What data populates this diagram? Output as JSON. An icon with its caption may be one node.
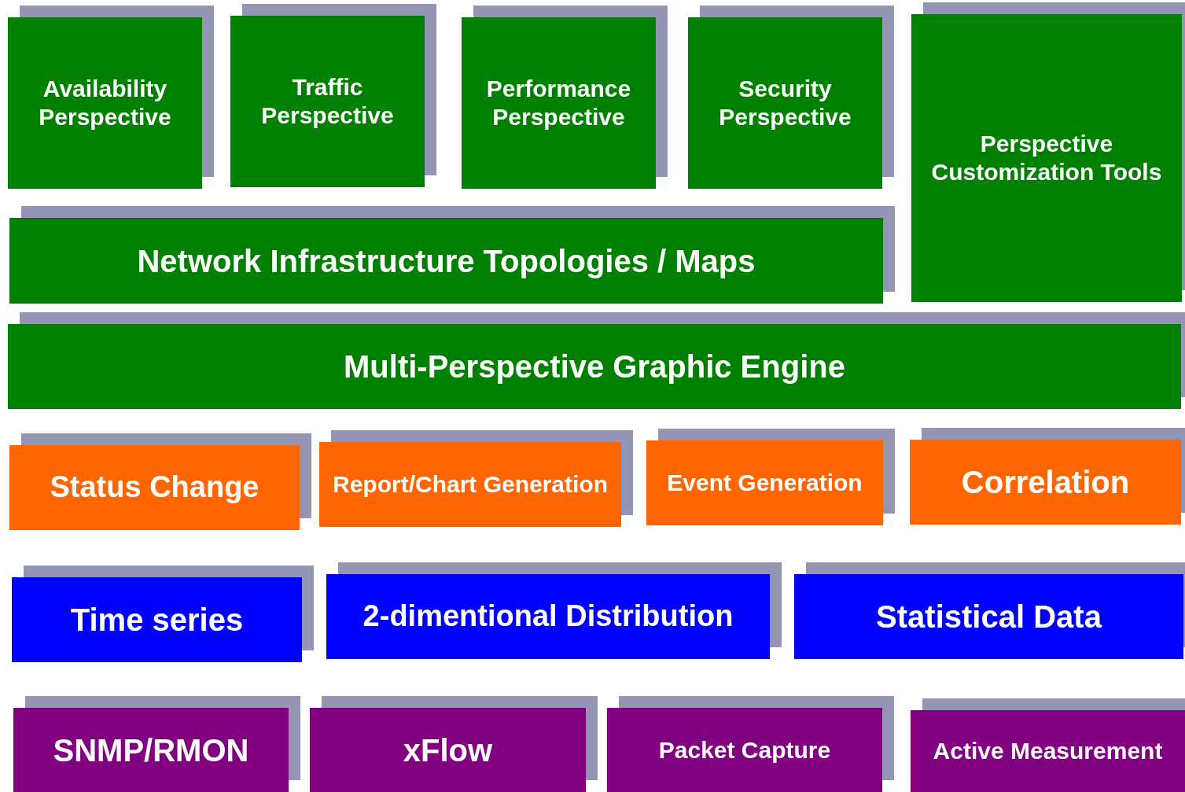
{
  "diagram": {
    "nodes": [
      {
        "text": [
          "Availability Perspective"
        ]
      },
      {
        "text": [
          "Traffic Perspective"
        ]
      },
      {
        "text": [
          "Performance Perspective"
        ]
      },
      {
        "text": [
          "Security Perspective"
        ]
      },
      {
        "text": [
          "Perspective Customization Tools"
        ]
      },
      {
        "text": [
          "Network Infrastructure Topologies / Maps"
        ]
      },
      {
        "text": [
          "Multi-Perspective Graphic Engine"
        ]
      },
      {
        "text": [
          "Status Change"
        ]
      },
      {
        "text": [
          "Report/Chart Generation"
        ]
      },
      {
        "text": [
          "Event Generation"
        ]
      },
      {
        "text": [
          "Correlation"
        ]
      },
      {
        "text": [
          "Time series"
        ]
      },
      {
        "text": [
          "2-dimentional Distribution"
        ]
      },
      {
        "text": [
          "Statistical Data"
        ]
      },
      {
        "text": [
          "SNMP/RMON"
        ]
      },
      {
        "text": [
          "xFlow"
        ]
      },
      {
        "text": [
          "Packet Capture"
        ]
      },
      {
        "text": [
          "Active Measurement"
        ]
      }
    ]
  }
}
